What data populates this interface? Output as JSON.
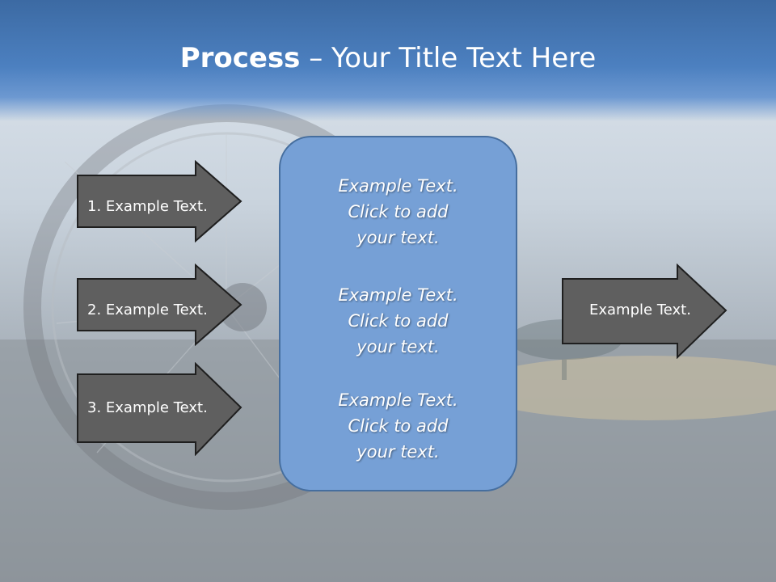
{
  "title": {
    "bold": "Process",
    "rest": " – Your Title Text Here"
  },
  "inputs": [
    {
      "label": "1. Example Text."
    },
    {
      "label": "2. Example Text."
    },
    {
      "label": "3. Example Text."
    }
  ],
  "center": {
    "paragraphs": [
      {
        "line1": "Example Text.",
        "line2": "Click  to add",
        "line3": "your text."
      },
      {
        "line1": "Example Text.",
        "line2": "Click  to add",
        "line3": "your text."
      },
      {
        "line1": "Example Text.",
        "line2": "Click  to add",
        "line3": "your text."
      }
    ]
  },
  "output": {
    "label": "Example Text."
  },
  "colors": {
    "arrow_fill": "#5f5f5f",
    "box_fill": "#76a0d6",
    "title_band": "#4c80c0"
  }
}
